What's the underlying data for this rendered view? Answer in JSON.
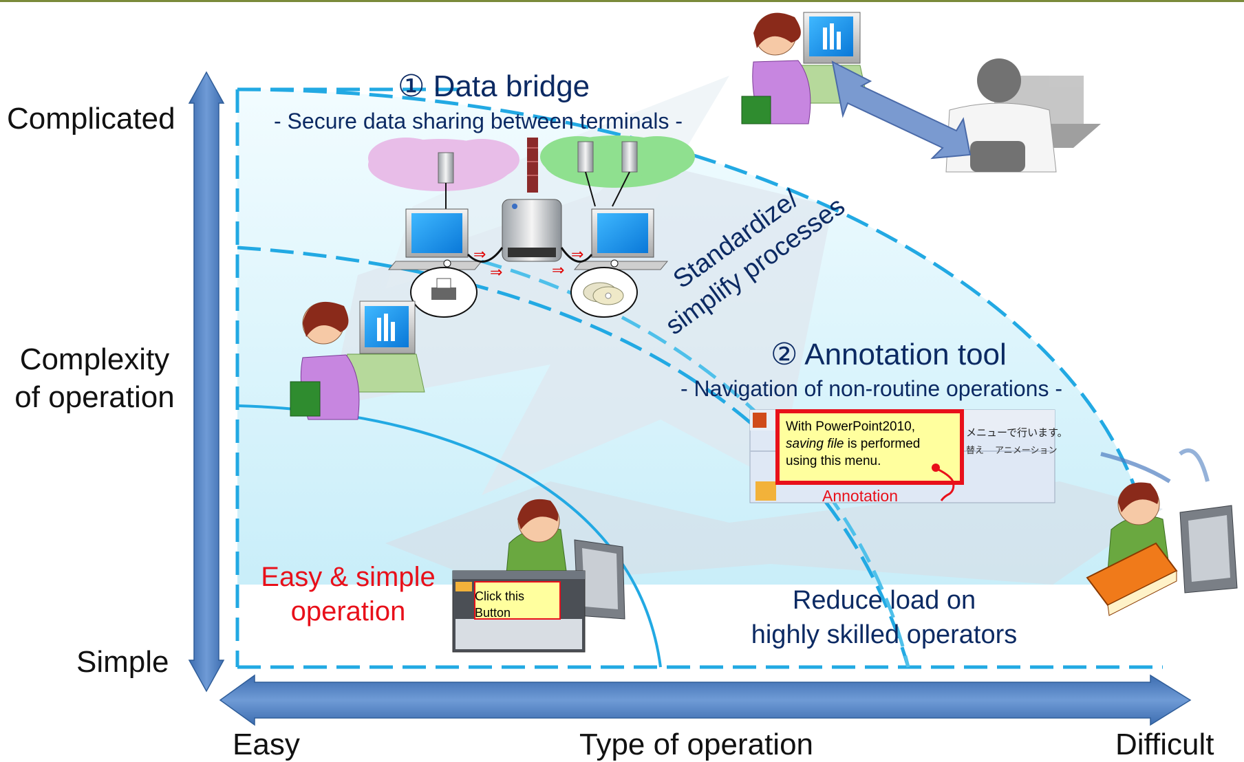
{
  "axes": {
    "y_top": "Complicated",
    "y_middle_line1": "Complexity",
    "y_middle_line2": "of operation",
    "y_bottom": "Simple",
    "x_left": "Easy",
    "x_middle": "Type of operation",
    "x_right": "Difficult"
  },
  "data_bridge": {
    "title": "① Data bridge",
    "subtitle": "- Secure data sharing between terminals -"
  },
  "arrow_text": {
    "line1": "Standardize/",
    "line2": "simplify processes"
  },
  "annotation_tool": {
    "title": "② Annotation tool",
    "subtitle": "- Navigation of non-routine operations -",
    "callout_line1": "With PowerPoint2010,",
    "callout_line2_italic": "saving file",
    "callout_line2_rest": " is performed",
    "callout_line3": "using this menu.",
    "annotation_label": "Annotation",
    "menu_jp": "メニューで行います。",
    "tab_jp1": "替え",
    "tab_jp2": "アニメーション"
  },
  "easy_zone": {
    "line1": "Easy & simple",
    "line2": "operation",
    "button_note_line1": "Click this",
    "button_note_line2": "Button"
  },
  "reduce_load": {
    "line1": "Reduce load on",
    "line2": "highly skilled operators"
  },
  "colors": {
    "navy_text": "#0c2a63",
    "accent_red": "#e8101a",
    "axis_blue": "#4f7ec0",
    "zone_fill": "#e6f8fd",
    "dashed_blue": "#22a9e3"
  }
}
